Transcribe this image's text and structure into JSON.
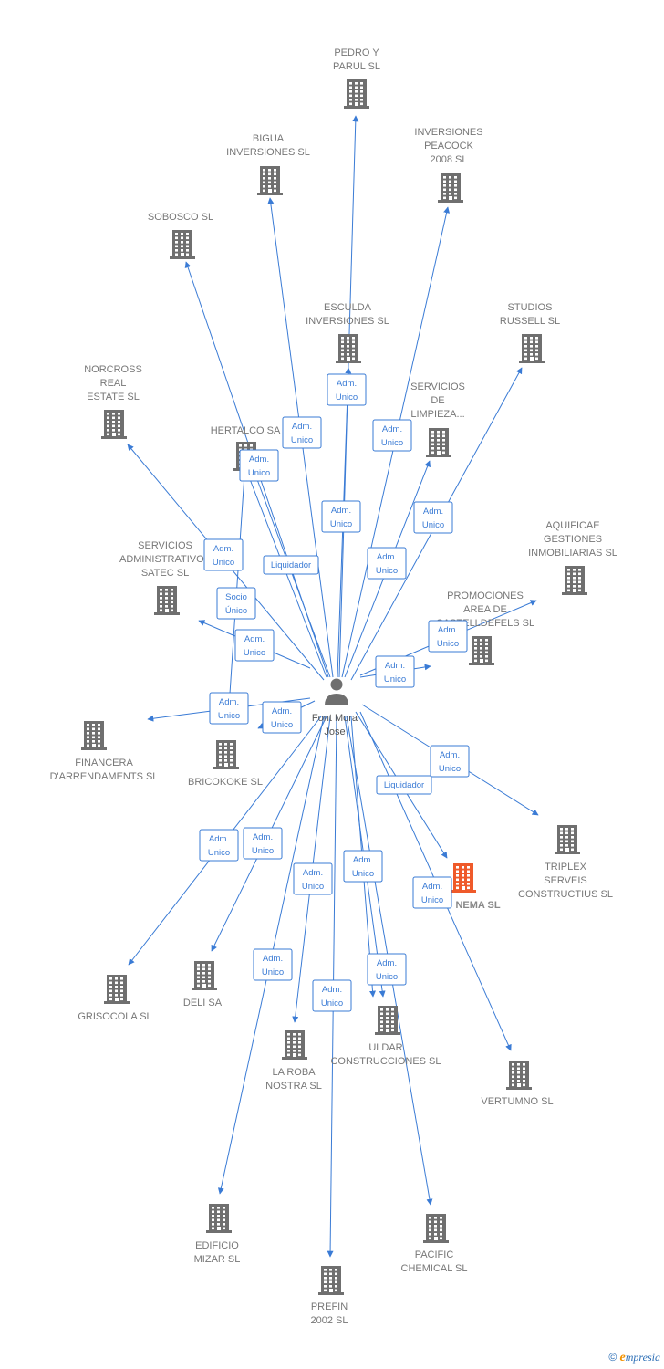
{
  "center": {
    "label_lines": [
      "Font Mora",
      "Jose"
    ],
    "icon": "person-icon"
  },
  "colors": {
    "edge": "#3a7bd5",
    "building": "#6f6f6f",
    "building_highlight": "#ef5a2a",
    "label": "#777777"
  },
  "companies": [
    {
      "id": "pedro",
      "label_lines": [
        "PEDRO Y",
        "PARUL SL"
      ]
    },
    {
      "id": "bigua",
      "label_lines": [
        "BIGUA",
        "INVERSIONES SL"
      ]
    },
    {
      "id": "peacock",
      "label_lines": [
        "INVERSIONES",
        "PEACOCK",
        "2008 SL"
      ]
    },
    {
      "id": "sobosco",
      "label_lines": [
        "SOBOSCO SL"
      ]
    },
    {
      "id": "esculda",
      "label_lines": [
        "ESCULDA",
        "INVERSIONES SL"
      ]
    },
    {
      "id": "studios",
      "label_lines": [
        "STUDIOS",
        "RUSSELL SL"
      ]
    },
    {
      "id": "norcross",
      "label_lines": [
        "NORCROSS",
        "REAL",
        "ESTATE SL"
      ]
    },
    {
      "id": "limpieza",
      "label_lines": [
        "SERVICIOS",
        "DE",
        "LIMPIEZA..."
      ]
    },
    {
      "id": "hertalco",
      "label_lines": [
        "HERTALCO SA"
      ]
    },
    {
      "id": "aquificae",
      "label_lines": [
        "AQUIFICAE",
        "GESTIONES",
        "INMOBILIARIAS SL"
      ]
    },
    {
      "id": "satec",
      "label_lines": [
        "SERVICIOS",
        "ADMINISTRATIVOS",
        "SATEC SL"
      ]
    },
    {
      "id": "promociones",
      "label_lines": [
        "PROMOCIONES",
        "AREA DE",
        "CASTELLDEFELS SL"
      ]
    },
    {
      "id": "financera",
      "label_lines": [
        "FINANCERA",
        "D'ARRENDAMENTS SL"
      ]
    },
    {
      "id": "bricokoke",
      "label_lines": [
        "BRICOKOKE SL"
      ]
    },
    {
      "id": "triplex",
      "label_lines": [
        "TRIPLEX",
        "SERVEIS",
        "CONSTRUCTIUS SL"
      ]
    },
    {
      "id": "nema",
      "label_lines": [
        "NEMA SL"
      ],
      "highlight": true
    },
    {
      "id": "grisocola",
      "label_lines": [
        "GRISOCOLA SL"
      ]
    },
    {
      "id": "deli",
      "label_lines": [
        "DELI SA"
      ]
    },
    {
      "id": "uldar",
      "label_lines": [
        "ULDAR",
        "CONSTRUCCIONES SL"
      ]
    },
    {
      "id": "laroba",
      "label_lines": [
        "LA ROBA",
        "NOSTRA SL"
      ]
    },
    {
      "id": "vertumno",
      "label_lines": [
        "VERTUMNO SL"
      ]
    },
    {
      "id": "mizar",
      "label_lines": [
        "EDIFICIO",
        "MIZAR SL"
      ]
    },
    {
      "id": "pacific",
      "label_lines": [
        "PACIFIC",
        "CHEMICAL SL"
      ]
    },
    {
      "id": "prefin",
      "label_lines": [
        "PREFIN",
        "2002 SL"
      ]
    }
  ],
  "relations": [
    {
      "target": "pedro",
      "label_lines": [
        "Adm.",
        "Unico"
      ]
    },
    {
      "target": "bigua",
      "label_lines": [
        "Adm.",
        "Unico"
      ]
    },
    {
      "target": "peacock",
      "label_lines": [
        "Adm.",
        "Unico"
      ]
    },
    {
      "target": "sobosco",
      "label_lines": [
        "Adm.",
        "Unico"
      ]
    },
    {
      "target": "esculda",
      "label_lines": [
        "Adm.",
        "Unico"
      ]
    },
    {
      "target": "studios",
      "label_lines": [
        "Adm.",
        "Unico"
      ]
    },
    {
      "target": "norcross",
      "label_lines": [
        "Adm.",
        "Unico"
      ]
    },
    {
      "target": "limpieza",
      "label_lines": [
        "Adm.",
        "Unico"
      ]
    },
    {
      "target": "hertalco",
      "label_lines": [
        "Adm.",
        "Unico"
      ]
    },
    {
      "target": "hertalco",
      "label_lines": [
        "Liquidador"
      ]
    },
    {
      "target": "hertalco",
      "label_lines": [
        "Socio",
        "Único"
      ]
    },
    {
      "target": "aquificae",
      "label_lines": [
        "Adm.",
        "Unico"
      ]
    },
    {
      "target": "satec",
      "label_lines": [
        "Adm.",
        "Unico"
      ]
    },
    {
      "target": "promociones",
      "label_lines": [
        "Adm.",
        "Unico"
      ]
    },
    {
      "target": "financera",
      "label_lines": [
        "Adm.",
        "Unico"
      ]
    },
    {
      "target": "bricokoke",
      "label_lines": [
        "Adm.",
        "Unico"
      ]
    },
    {
      "target": "triplex",
      "label_lines": [
        "Adm.",
        "Unico"
      ]
    },
    {
      "target": "nema",
      "label_lines": [
        "Liquidador"
      ]
    },
    {
      "target": "grisocola",
      "label_lines": [
        "Adm.",
        "Unico"
      ]
    },
    {
      "target": "deli",
      "label_lines": [
        "Adm.",
        "Unico"
      ]
    },
    {
      "target": "uldar",
      "label_lines": [
        "Adm.",
        "Unico"
      ]
    },
    {
      "target": "laroba",
      "label_lines": [
        "Adm.",
        "Unico"
      ]
    },
    {
      "target": "vertumno",
      "label_lines": [
        "Adm.",
        "Unico"
      ]
    },
    {
      "target": "mizar",
      "label_lines": [
        "Adm.",
        "Unico"
      ]
    },
    {
      "target": "pacific",
      "label_lines": [
        "Adm.",
        "Unico"
      ]
    },
    {
      "target": "prefin",
      "label_lines": [
        "Adm.",
        "Unico"
      ]
    },
    {
      "target": "uldar",
      "label_lines": [
        "Adm.",
        "Unico"
      ]
    }
  ],
  "footer": {
    "copyright_symbol": "©",
    "brand_initial": "e",
    "brand_rest": "mpresia"
  }
}
